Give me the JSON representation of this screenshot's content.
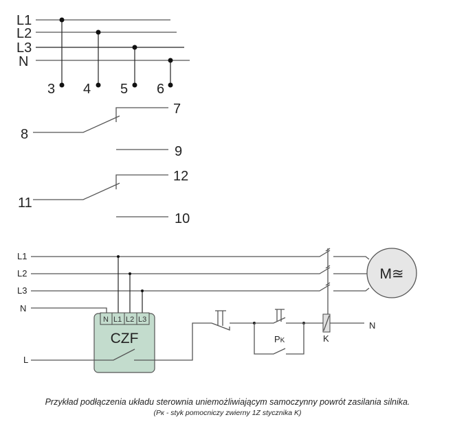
{
  "diagram": {
    "phase_block": {
      "bus_labels": [
        "L1",
        "L2",
        "L3",
        "N"
      ],
      "terminal_labels": [
        "3",
        "4",
        "5",
        "6"
      ]
    },
    "contact_block": {
      "relay1": {
        "common": "8",
        "no": "7",
        "nc": "9"
      },
      "relay2": {
        "common": "11",
        "no": "12",
        "nc": "10"
      }
    },
    "schematic": {
      "bus_labels": [
        "L1",
        "L2",
        "L3",
        "N",
        "L"
      ],
      "device": {
        "name": "CZF",
        "terminals": [
          "N",
          "L1",
          "L2",
          "L3"
        ],
        "fill_color": "#c3dccd"
      },
      "motor": {
        "label": "M≊",
        "fill_color": "#e6e6e6"
      },
      "auxiliary_contact_label": "P",
      "auxiliary_contact_subscript": "K",
      "coil_label": "K",
      "neutral_label": "N"
    },
    "caption": {
      "line1": "Przykład podłączenia układu sterownia uniemożliwiającym samoczynny powrót zasilania silnika.",
      "line2": "(Pк - styk pomocniczy zwierny 1Z stycznika K)"
    }
  }
}
